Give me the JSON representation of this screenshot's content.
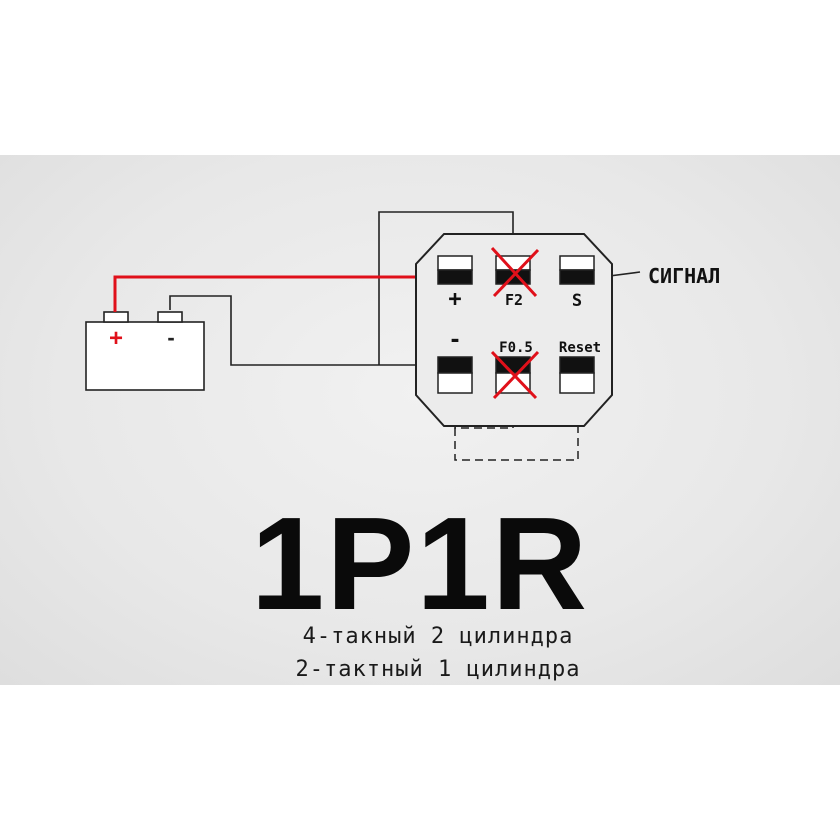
{
  "diagram": {
    "battery": {
      "plus_label": "+",
      "minus_label": "-"
    },
    "module_labels": {
      "plus": "+",
      "f2": "F2",
      "s": "S",
      "minus": "-",
      "f05": "F0.5",
      "reset": "Reset"
    },
    "signal_label": "СИГНАЛ",
    "colors": {
      "positive_wire": "#e0101a",
      "cross": "#e0101a",
      "line": "#222222"
    }
  },
  "title": "1P1R",
  "subtitle_lines": [
    "4-такный 2 цилиндра",
    "2-тактный 1 цилиндра"
  ]
}
